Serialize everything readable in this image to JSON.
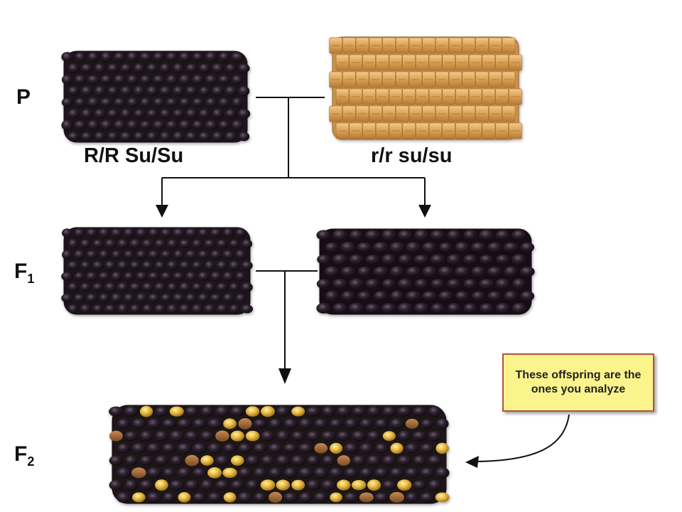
{
  "labels": {
    "p": "P",
    "f1_base": "F",
    "f1_sub": "1",
    "f2_base": "F",
    "f2_sub": "2"
  },
  "genotypes": {
    "parent_left": "R/R Su/Su",
    "parent_right": "r/r su/su"
  },
  "callout": {
    "text": "These offspring are the ones you analyze"
  },
  "colors": {
    "purple_kernel": "#2b1e2a",
    "yellow_kernel": "#e0b040",
    "wrinkled_kernel": "#d8a050",
    "callout_fill": "#fbf48c",
    "callout_border": "#b1533c"
  },
  "icons": [
    "corn-ear-purple-icon",
    "corn-ear-yellow-wrinkled-icon",
    "corn-ear-purple-wrinkled-icon",
    "corn-ear-mixed-icon"
  ]
}
